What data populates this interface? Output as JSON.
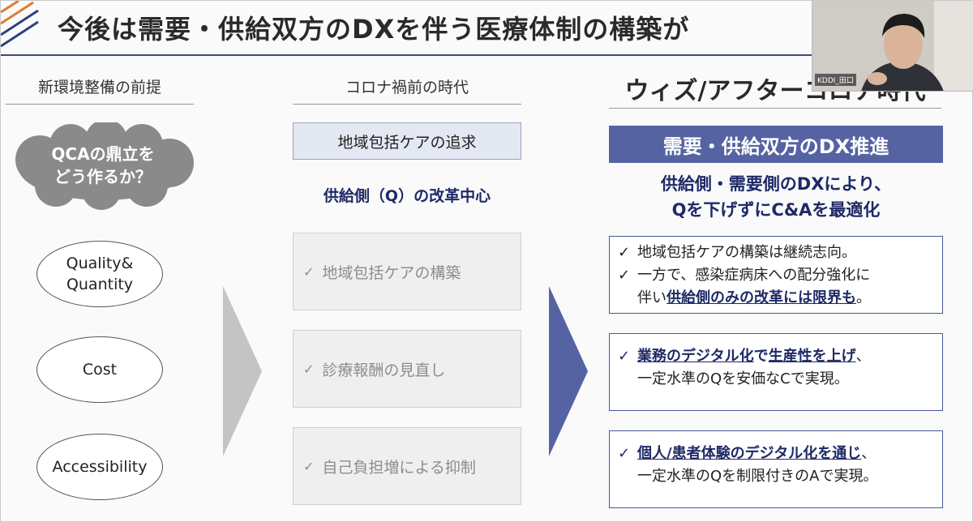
{
  "slide": {
    "title": "今後は需要・供給双方のDXを伴う医療体制の構築が",
    "columns": {
      "left_header": "新環境整備の前提",
      "middle_header": "コロナ禍前の時代",
      "right_header": "ウィズ/アフターコロナ時代"
    },
    "cloud_text_1": "QCAの鼎立を",
    "cloud_text_2": "どう作るか？",
    "ellipses": [
      {
        "line1": "Quality&",
        "line2": "Quantity"
      },
      {
        "line1": "Cost",
        "line2": ""
      },
      {
        "line1": "Accessibility",
        "line2": ""
      }
    ],
    "middle": {
      "banner": "地域包括ケアの追求",
      "subtitle": "供給側（Q）の改革中心",
      "items": [
        "地域包括ケアの構築",
        "診療報酬の見直し",
        "自己負担増による抑制"
      ]
    },
    "right": {
      "banner": "需要・供給双方のDX推進",
      "subtitle_1": "供給側・需要側のDXにより、",
      "subtitle_2": "Qを下げずにC&Aを最適化",
      "box1_line1": "地域包括ケアの構築は継続志向。",
      "box1_line2": "一方で、感染症病床への配分強化に",
      "box1_line3_plain": "伴い",
      "box1_line3_em": "供給側のみの改革には限界も",
      "box1_line3_end": "。",
      "box2_em1": "業務のデジタル化",
      "box2_mid": "で",
      "box2_em2": "生産性を上げ",
      "box2_end": "、",
      "box2_line2": "一定水準のQを安価なCで実現。",
      "box3_em": "個人/患者体験のデジタル化を通じ",
      "box3_end": "、",
      "box3_line2": "一定水準のQを制限付きのAで実現。"
    },
    "check_glyph": "✓"
  },
  "webcam": {
    "name_label": "KDDI_田口"
  },
  "colors": {
    "accent_navy": "#1e2a66",
    "banner_blue": "#5563a3",
    "cloud_gray": "#888888"
  }
}
